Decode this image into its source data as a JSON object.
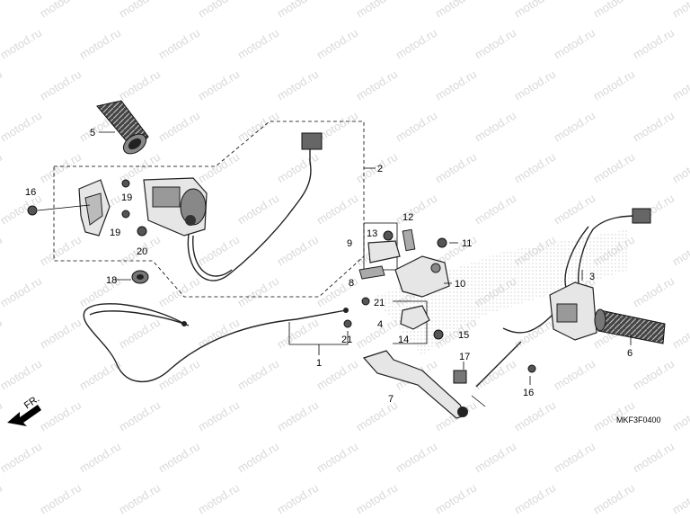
{
  "watermark": "motod.ru",
  "diagram_code": "MKF3F0400",
  "direction_label": "FR.",
  "callouts": [
    {
      "id": "c1",
      "text": "1"
    },
    {
      "id": "c2",
      "text": "2"
    },
    {
      "id": "c3",
      "text": "3"
    },
    {
      "id": "c4",
      "text": "4"
    },
    {
      "id": "c5",
      "text": "5"
    },
    {
      "id": "c6",
      "text": "6"
    },
    {
      "id": "c7",
      "text": "7"
    },
    {
      "id": "c8",
      "text": "8"
    },
    {
      "id": "c9",
      "text": "9"
    },
    {
      "id": "c10",
      "text": "10"
    },
    {
      "id": "c11",
      "text": "11"
    },
    {
      "id": "c12",
      "text": "12"
    },
    {
      "id": "c13",
      "text": "13"
    },
    {
      "id": "c14",
      "text": "14"
    },
    {
      "id": "c15",
      "text": "15"
    },
    {
      "id": "c16a",
      "text": "16"
    },
    {
      "id": "c16b",
      "text": "16"
    },
    {
      "id": "c17",
      "text": "17"
    },
    {
      "id": "c18",
      "text": "18"
    },
    {
      "id": "c19a",
      "text": "19"
    },
    {
      "id": "c19b",
      "text": "19"
    },
    {
      "id": "c20",
      "text": "20"
    },
    {
      "id": "c21a",
      "text": "21"
    },
    {
      "id": "c21b",
      "text": "21"
    }
  ]
}
